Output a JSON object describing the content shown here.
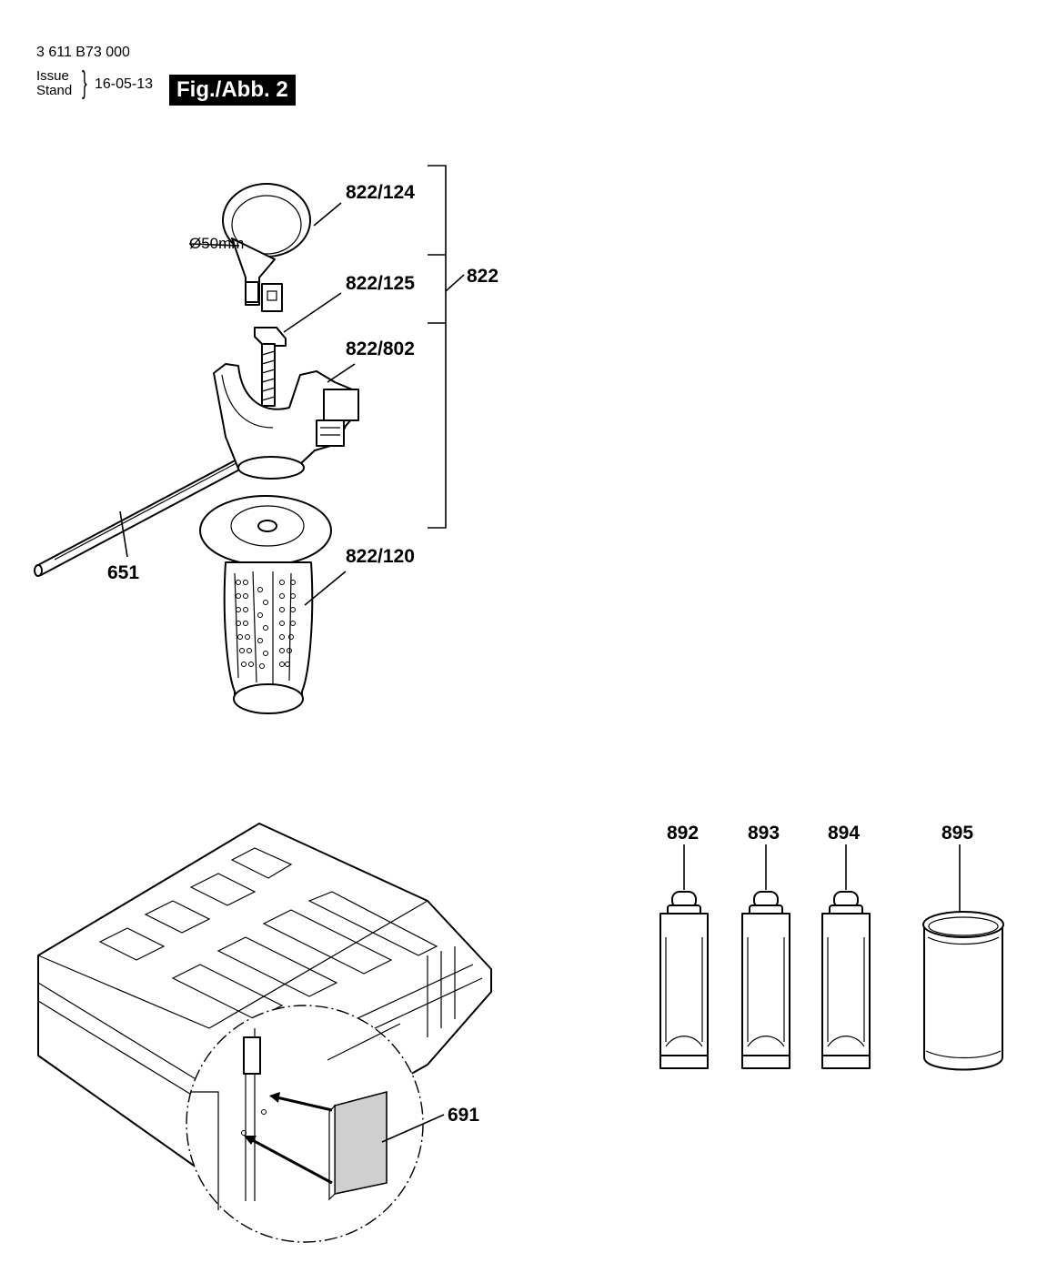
{
  "header": {
    "part_number": "3 611 B73 000",
    "issue_label": "Issue",
    "stand_label": "Stand",
    "date": "16-05-13",
    "figure": "Fig./Abb. 2"
  },
  "labels": {
    "p822": "822",
    "p822_124": "822/124",
    "p822_125": "822/125",
    "p822_802": "822/802",
    "p822_120": "822/120",
    "p651": "651",
    "p691": "691",
    "p892": "892",
    "p893": "893",
    "p894": "894",
    "p895": "895",
    "diameter": "Ø50mm"
  },
  "icons": [
    "depth-stop-rod",
    "clamp-band",
    "clamp-screw",
    "handle-clamp",
    "side-handle",
    "carrying-case",
    "grease-tube",
    "grease-cup"
  ]
}
